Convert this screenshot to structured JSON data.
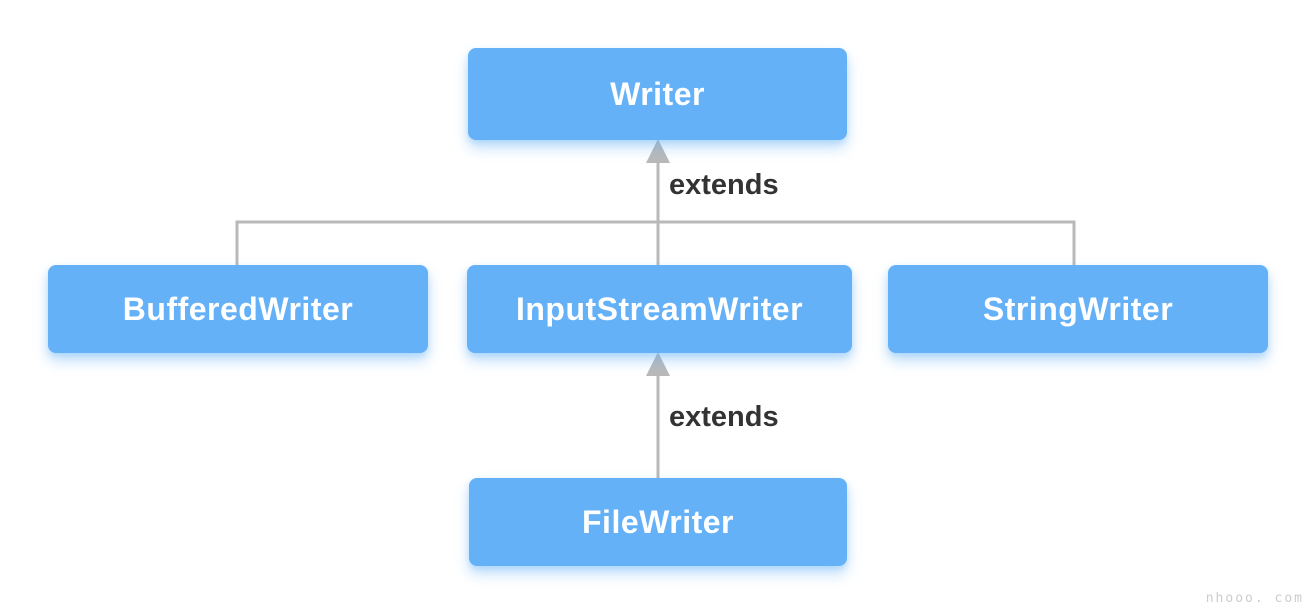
{
  "diagram": {
    "type": "class-hierarchy",
    "subject": "Java Writer class hierarchy",
    "nodes": [
      {
        "id": "writer",
        "label": "Writer"
      },
      {
        "id": "buffered-writer",
        "label": "BufferedWriter"
      },
      {
        "id": "input-stream-writer",
        "label": "InputStreamWriter"
      },
      {
        "id": "string-writer",
        "label": "StringWriter"
      },
      {
        "id": "file-writer",
        "label": "FileWriter"
      }
    ],
    "edges": [
      {
        "from": [
          "BufferedWriter",
          "InputStreamWriter",
          "StringWriter"
        ],
        "to": "Writer",
        "label": "extends"
      },
      {
        "from": [
          "FileWriter"
        ],
        "to": "InputStreamWriter",
        "label": "extends"
      }
    ],
    "colors": {
      "background": "#ffffff",
      "node_fill": "#64b1f8",
      "node_glow": "rgba(100,177,248,0.4)",
      "node_text": "#ffffff",
      "connector": "#b9b9b9",
      "edge_label_text": "#333333",
      "watermark_text": "#cccccc"
    },
    "watermark": "nhooo. com"
  }
}
